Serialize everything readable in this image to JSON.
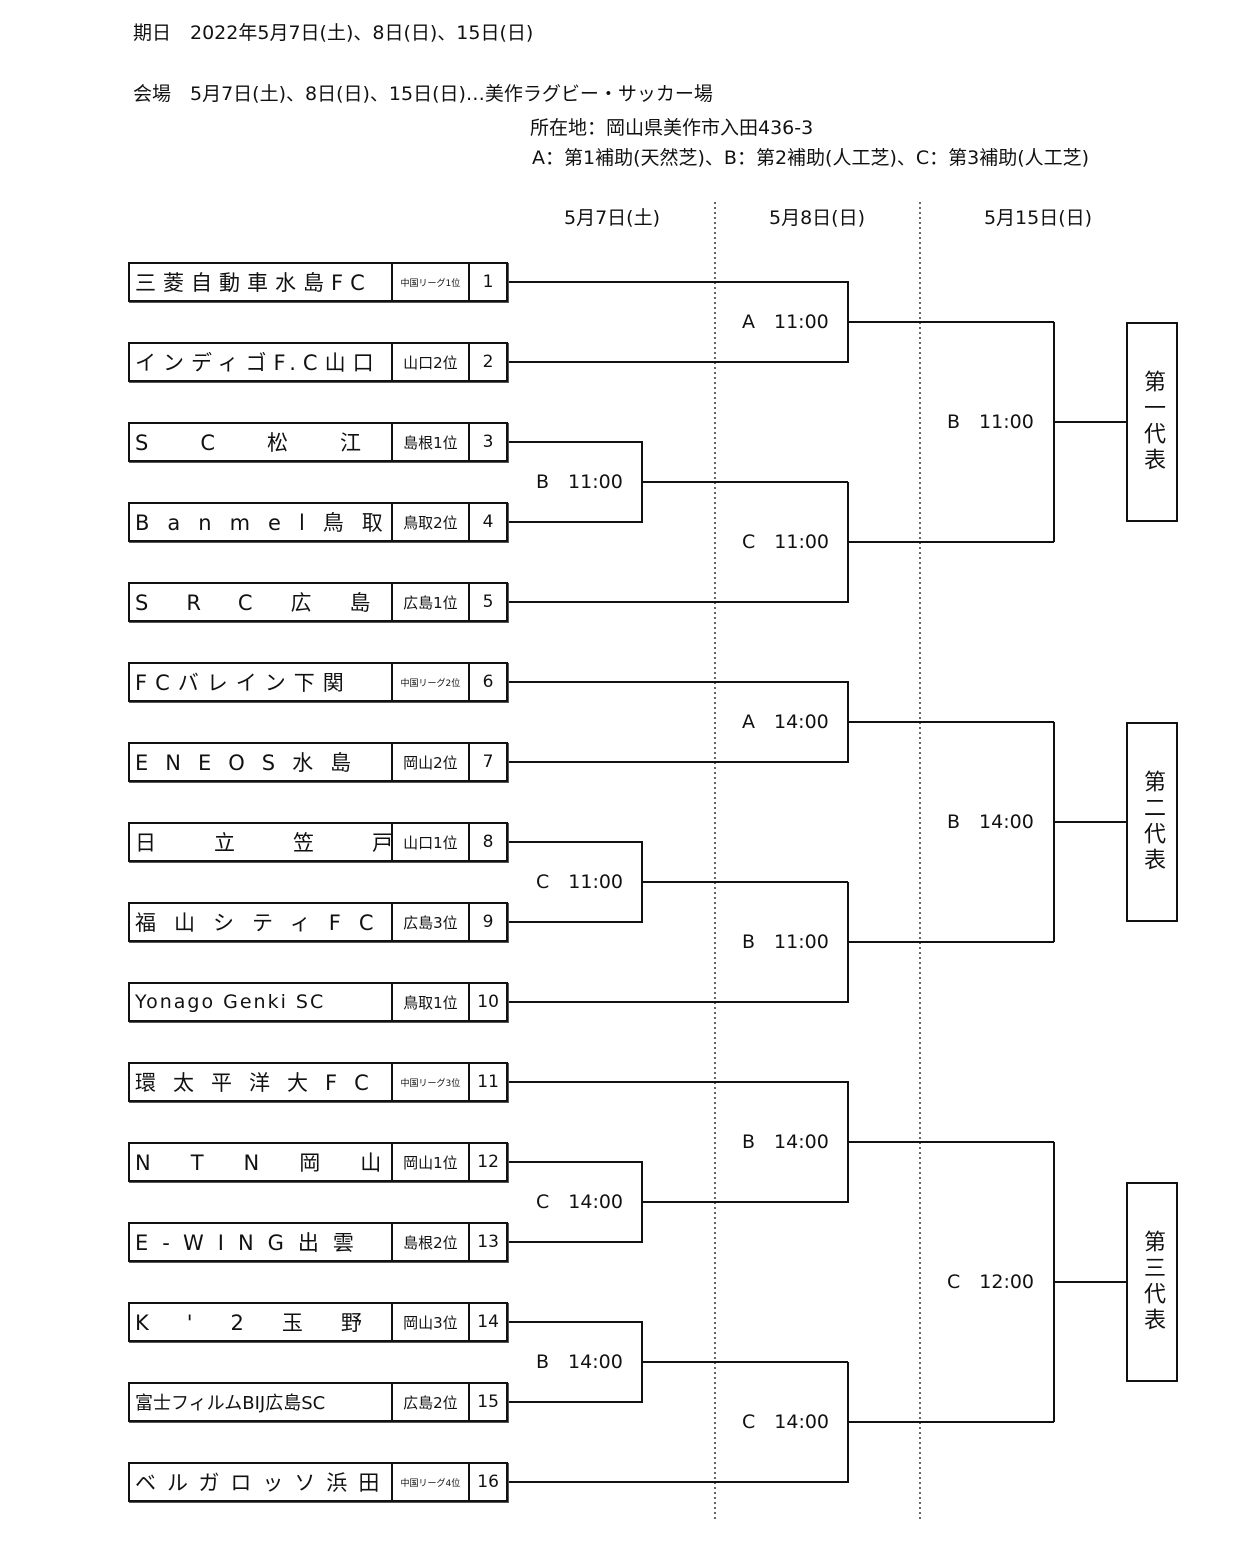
{
  "header": {
    "date_line": "期日　2022年5月7日(土)、8日(日)、15日(日)",
    "venue_line": "会場　5月7日(土)、8日(日)、15日(日)…美作ラグビー・サッカー場",
    "address_line": "所在地：岡山県美作市入田436-3",
    "fields_line": "A：第1補助(天然芝)、B：第2補助(人工芝)、C：第3補助(人工芝)"
  },
  "days": [
    "5月7日(土)",
    "5月8日(日)",
    "5月15日(日)"
  ],
  "teams": [
    {
      "name": "三菱自動車水島FC",
      "qual": "中国リーグ1位",
      "seed": "1"
    },
    {
      "name": "インディゴF.C山口",
      "qual": "山口2位",
      "seed": "2"
    },
    {
      "name": "SC松江",
      "qual": "島根1位",
      "seed": "3"
    },
    {
      "name": "Banmel鳥取",
      "qual": "鳥取2位",
      "seed": "4"
    },
    {
      "name": "SRC広島",
      "qual": "広島1位",
      "seed": "5"
    },
    {
      "name": "FCバレイン下関",
      "qual": "中国リーグ2位",
      "seed": "6"
    },
    {
      "name": "ENEOS水島",
      "qual": "岡山2位",
      "seed": "7"
    },
    {
      "name": "日立笠戸",
      "qual": "山口1位",
      "seed": "8"
    },
    {
      "name": "福山シティFC",
      "qual": "広島3位",
      "seed": "9"
    },
    {
      "name": "Yonago Genki SC",
      "qual": "鳥取1位",
      "seed": "10"
    },
    {
      "name": "環太平洋大FC",
      "qual": "中国リーグ3位",
      "seed": "11"
    },
    {
      "name": "NTN岡山",
      "qual": "岡山1位",
      "seed": "12"
    },
    {
      "name": "E-WING出雲",
      "qual": "島根2位",
      "seed": "13"
    },
    {
      "name": "K'2玉野",
      "qual": "岡山3位",
      "seed": "14"
    },
    {
      "name": "富士フィルムBIJ広島SC",
      "qual": "広島2位",
      "seed": "15"
    },
    {
      "name": "ベルガロッソ浜田",
      "qual": "中国リーグ4位",
      "seed": "16"
    }
  ],
  "round1": [
    "B　11:00",
    "C　11:00",
    "C　14:00",
    "B　14:00"
  ],
  "round2": [
    "A　11:00",
    "C　11:00",
    "A　14:00",
    "B　11:00",
    "B　14:00",
    "C　14:00"
  ],
  "round3": [
    "B　11:00",
    "B　14:00",
    "C　12:00"
  ],
  "winners": [
    "第一代表",
    "第二代表",
    "第三代表"
  ]
}
